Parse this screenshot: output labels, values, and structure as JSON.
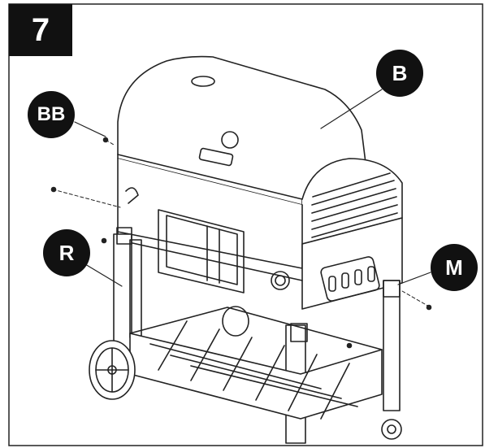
{
  "step": {
    "number": "7"
  },
  "callouts": {
    "b": "B",
    "bb": "BB",
    "r": "R",
    "m": "M"
  },
  "colors": {
    "ink": "#111111",
    "line": "#222222",
    "shade": "#cfcfcf",
    "paper": "#ffffff"
  }
}
